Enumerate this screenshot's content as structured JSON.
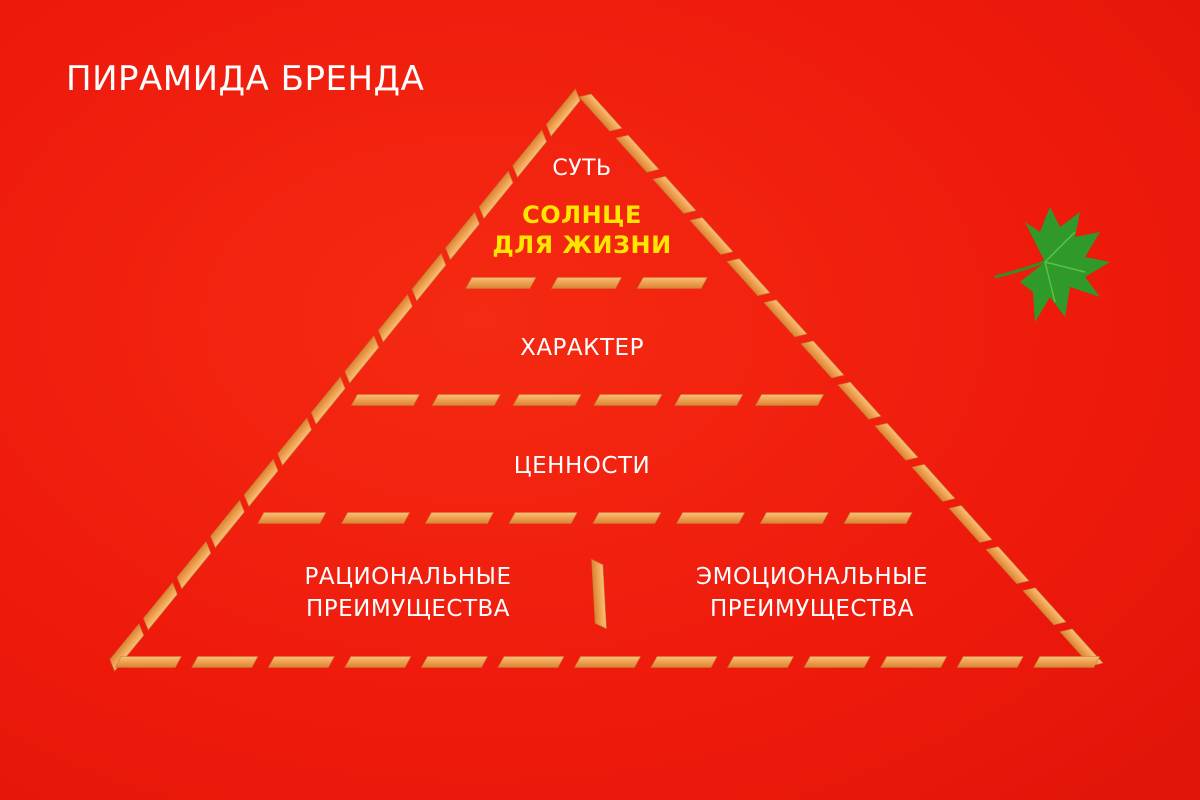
{
  "title": "ПИРАМИДА БРЕНДА",
  "levels": {
    "essence_label": "СУТЬ",
    "essence_value_line1": "СОЛНЦЕ",
    "essence_value_line2": "ДЛЯ ЖИЗНИ",
    "character": "ХАРАКТЕР",
    "values": "ЦЕННОСТИ",
    "rational_line1": "РАЦИОНАЛЬНЫЕ",
    "rational_line2": "ПРЕИМУЩЕСТВА",
    "emotional_line1": "ЭМОЦИОНАЛЬНЫЕ",
    "emotional_line2": "ПРЕИМУЩЕСТВА"
  },
  "colors": {
    "background": "#ee1a0c",
    "pasta": "#f2a455",
    "highlight": "#ffe600",
    "parsley": "#2f9a2a"
  }
}
